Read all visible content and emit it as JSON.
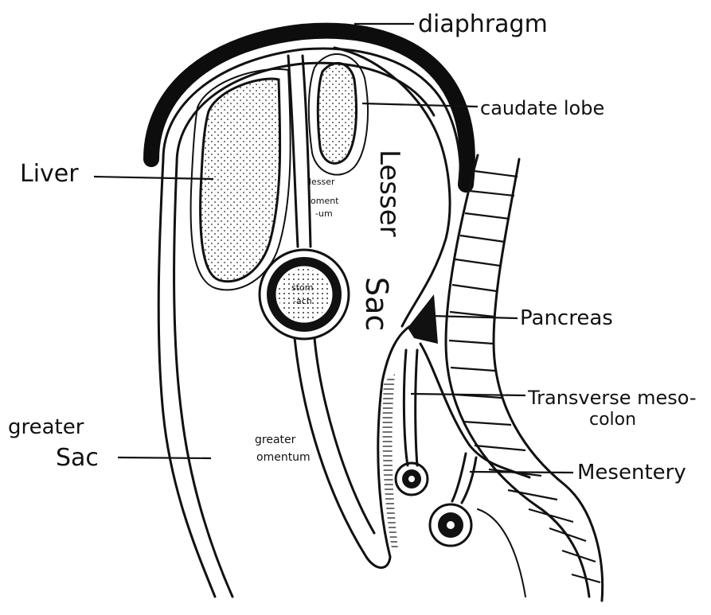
{
  "labels": {
    "diaphragm": "diaphragm",
    "caudate_lobe": "caudate lobe",
    "liver": "Liver",
    "lesser_omentum_1": "lesser",
    "lesser_omentum_2": "oment",
    "lesser_omentum_3": "-um",
    "lesser_sac_1": "Lesser",
    "lesser_sac_2": "Sac",
    "stomach_1": "stom",
    "stomach_2": "-ach",
    "pancreas": "Pancreas",
    "transverse_mesocolon_1": "Transverse meso-",
    "transverse_mesocolon_2": "colon",
    "greater_sac_1": "greater",
    "greater_sac_2": "Sac",
    "greater_omentum_1": "greater",
    "greater_omentum_2": "omentum",
    "mesentery": "Mesentery"
  }
}
